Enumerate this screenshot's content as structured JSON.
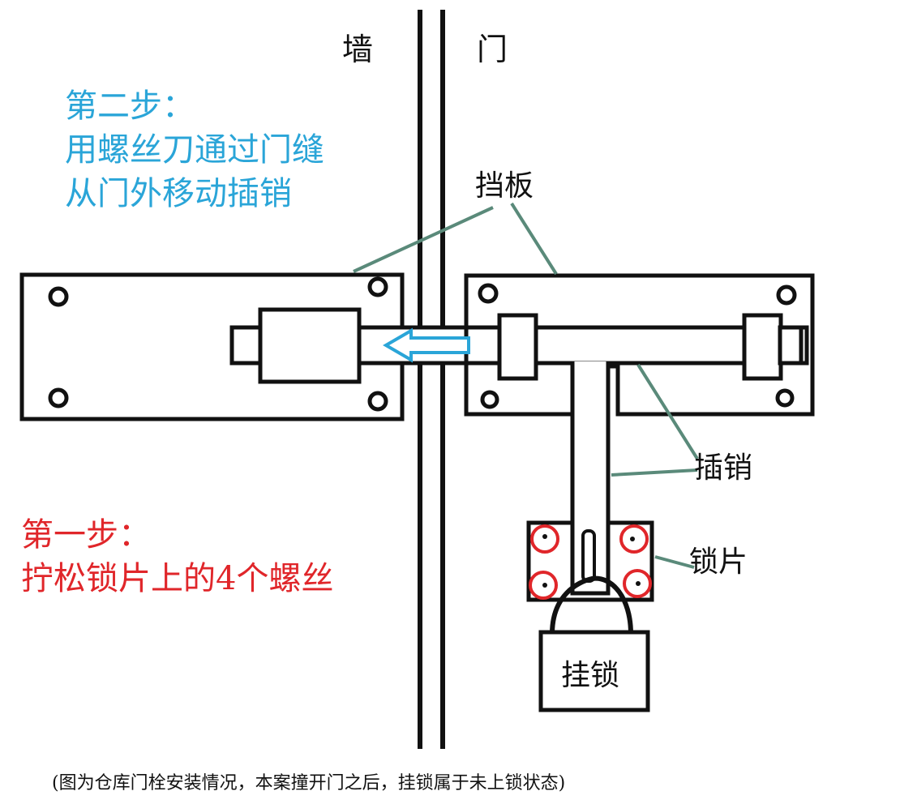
{
  "labels": {
    "wall": "墙",
    "door": "门",
    "baffle": "挡板",
    "bolt": "插销",
    "lock_plate": "锁片",
    "padlock": "挂锁"
  },
  "step2": {
    "title": "第二步：",
    "line1": "用螺丝刀通过门缝",
    "line2": "从门外移动插销"
  },
  "step1": {
    "title": "第一步：",
    "line1": "拧松锁片上的4个螺丝"
  },
  "caption": "(图为仓库门栓安装情况，本案撞开门之后，挂锁属于未上锁状态)",
  "colors": {
    "step2_text": "#2aa5d8",
    "step1_text": "#e0262a",
    "arrow": "#2aa5d8",
    "leader_lines": "#5a8a7a",
    "screw_circles": "#e0262a",
    "outline": "#111111"
  }
}
